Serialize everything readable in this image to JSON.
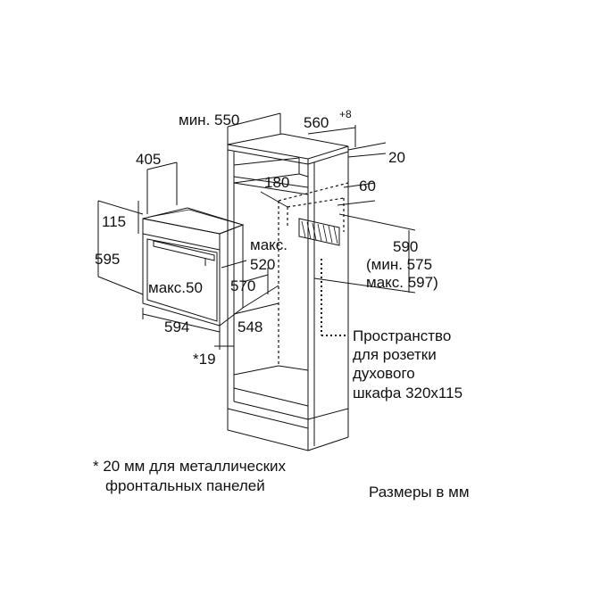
{
  "labels": {
    "min_550": "мин. 550",
    "dim_560": "560",
    "dim_560_sup": "+8",
    "dim_20": "20",
    "dim_405": "405",
    "dim_180": "180",
    "dim_60": "60",
    "dim_115": "115",
    "dim_595": "595",
    "max_520_line1": "макс.",
    "max_520_line2": "520",
    "dim_590": "590",
    "min_575": "(мин. 575",
    "max_597": "макс. 597)",
    "max_50": "макс.50",
    "dim_570": "570",
    "dim_594": "594",
    "dim_548": "548",
    "star_19": "*19"
  },
  "notes": {
    "socket_line1": "Пространство",
    "socket_line2": "для розетки",
    "socket_line3": "духового",
    "socket_line4": "шкафа 320x115",
    "footnote_line1": "* 20 мм для металлических",
    "footnote_line2": "фронтальных панелей",
    "units": "Размеры в мм"
  }
}
